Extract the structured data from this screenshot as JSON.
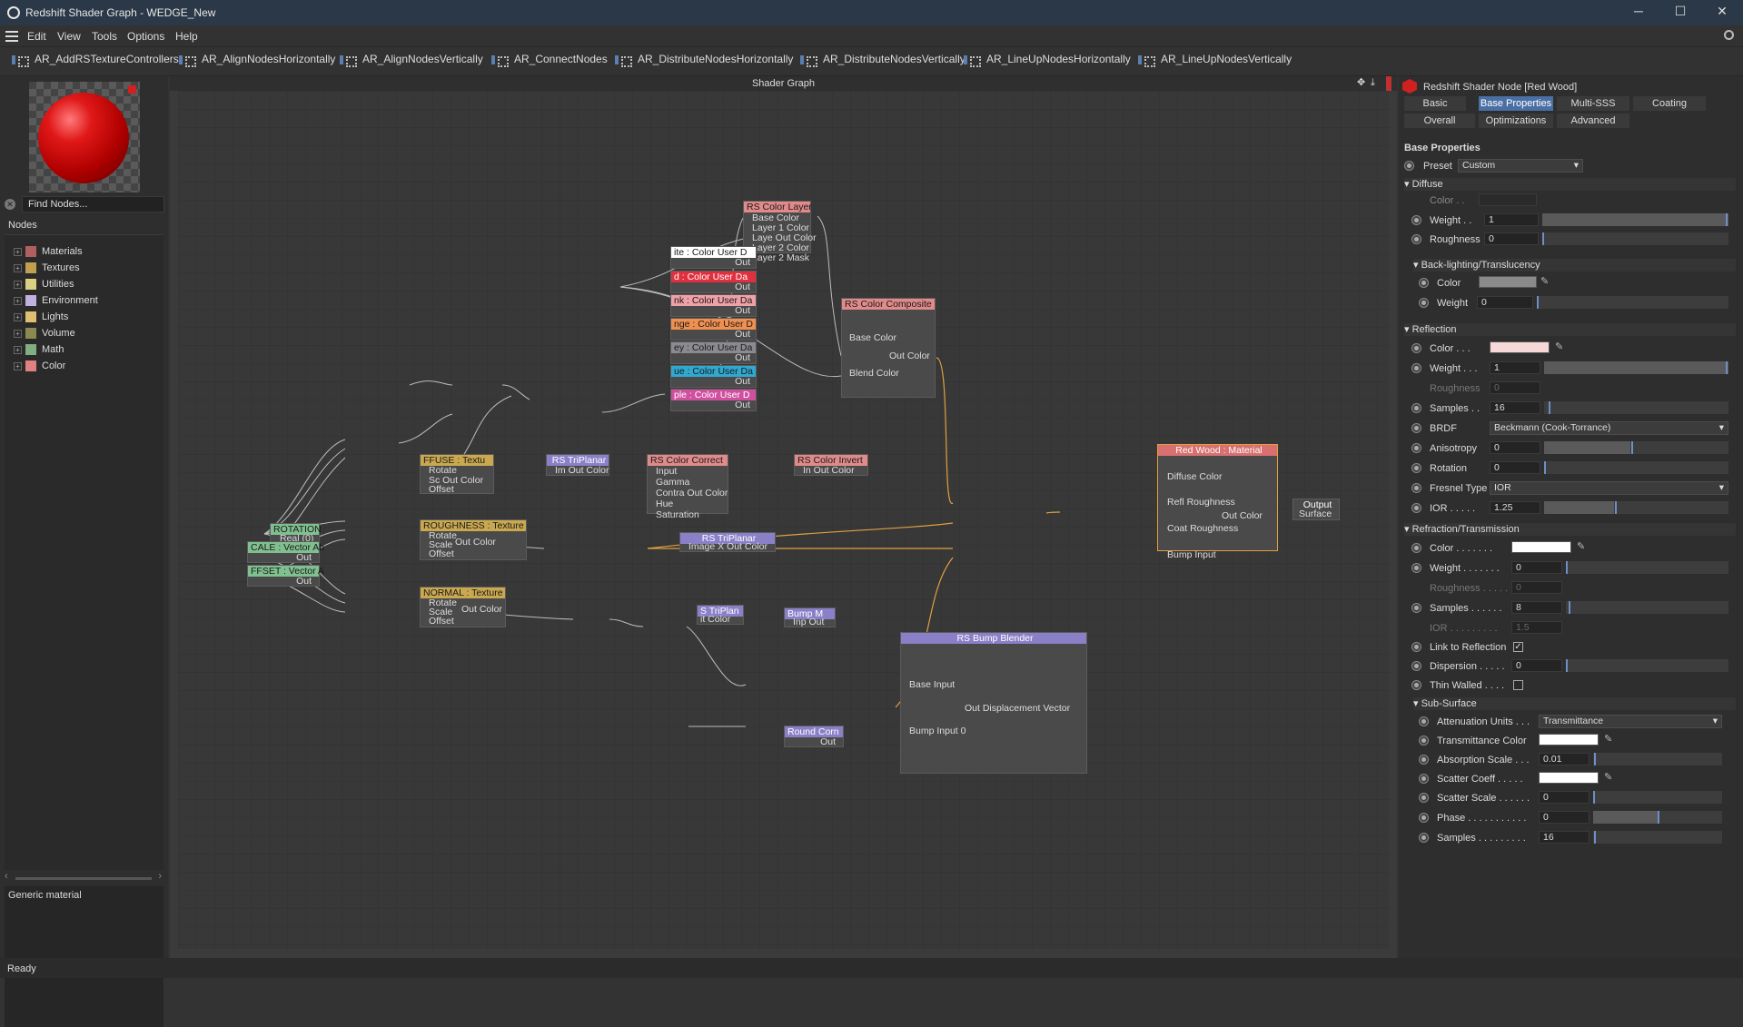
{
  "window": {
    "title": "Redshift Shader Graph - WEDGE_New",
    "minimize": "─",
    "maximize": "☐",
    "close": "✕"
  },
  "menu": [
    "Edit",
    "View",
    "Tools",
    "Options",
    "Help"
  ],
  "toolbar": [
    "AR_AddRSTextureControllers",
    "AR_AlignNodesHorizontally",
    "AR_AlignNodesVertically",
    "AR_ConnectNodes",
    "AR_DistributeNodesHorizontally",
    "AR_DistributeNodesVertically",
    "AR_LineUpNodesHorizontally",
    "AR_LineUpNodesVertically"
  ],
  "left": {
    "find_placeholder": "Find Nodes...",
    "nodes_label": "Nodes",
    "tree": [
      {
        "label": "Materials",
        "color": "#b06060"
      },
      {
        "label": "Textures",
        "color": "#c0a050"
      },
      {
        "label": "Utilities",
        "color": "#d8d080"
      },
      {
        "label": "Environment",
        "color": "#c0b0e0"
      },
      {
        "label": "Lights",
        "color": "#e0c070"
      },
      {
        "label": "Volume",
        "color": "#8a8a50"
      },
      {
        "label": "Math",
        "color": "#80b080"
      },
      {
        "label": "Color",
        "color": "#e08080"
      }
    ],
    "description": "Generic material"
  },
  "graph": {
    "title": "Shader Graph",
    "nodes": {
      "color_layer": {
        "title": "RS Color Layer",
        "ports": [
          "Base Color",
          "Layer 1 Color",
          "Laye Out Color",
          "Layer 2 Color",
          "Layer 2 Mask"
        ]
      },
      "color_composite": {
        "title": "RS Color Composite",
        "ports": [
          "Base Color",
          "Out Color",
          "Blend Color"
        ]
      },
      "ud1": {
        "title": "ite : Color User D",
        "out": "Out"
      },
      "ud2": {
        "title": "d : Color User Da",
        "out": "Out"
      },
      "ud3": {
        "title": "nk : Color User Da",
        "out": "Out"
      },
      "ud4": {
        "title": "nge : Color User D",
        "out": "Out"
      },
      "ud5": {
        "title": "ey : Color User Da",
        "out": "Out"
      },
      "ud6": {
        "title": "ue : Color User Da",
        "out": "Out"
      },
      "ud7": {
        "title": "ple : Color User D",
        "out": "Out"
      },
      "diffuse_tex": {
        "title": "FFUSE : Textu",
        "ports": [
          "Rotate",
          "Sc Out Color",
          "Offset"
        ]
      },
      "triplanar1": {
        "title": "RS TriPlanar",
        "ports": [
          "Im Out Color"
        ]
      },
      "color_correct": {
        "title": "RS Color Correct",
        "ports": [
          "Input",
          "Gamma",
          "Contra Out Color",
          "Hue",
          "Saturation"
        ]
      },
      "color_invert": {
        "title": "RS Color Invert",
        "ports": [
          "In Out Color"
        ]
      },
      "rotation": {
        "title": "ROTATION",
        "ports": [
          "Real (0)"
        ]
      },
      "scale": {
        "title": "CALE : Vector Ab",
        "ports": [
          "Out"
        ]
      },
      "offset": {
        "title": "FFSET : Vector A",
        "ports": [
          "Out"
        ]
      },
      "roughness_tex": {
        "title": "ROUGHNESS : Texture",
        "ports": [
          "Rotate",
          "Scale",
          "Out Color",
          "Offset"
        ]
      },
      "triplanar2": {
        "title": "RS TriPlanar",
        "ports": [
          "Image X Out Color"
        ]
      },
      "normal_tex": {
        "title": "NORMAL : Texture",
        "ports": [
          "Rotate",
          "Scale",
          "Out Color",
          "Offset"
        ]
      },
      "triplanar3": {
        "title": "S TriPlan",
        "ports": [
          "it Color"
        ]
      },
      "bump_map": {
        "title": "Bump M",
        "ports": [
          "Inp Out"
        ]
      },
      "bump_blender": {
        "title": "RS Bump Blender",
        "ports": [
          "Base Input",
          "Out Displacement Vector",
          "Bump Input 0"
        ]
      },
      "round_corners": {
        "title": "Round Corn",
        "ports": [
          "Out"
        ]
      },
      "material": {
        "title": "Red Wood : Material",
        "ports": [
          "Diffuse Color",
          "Refl Roughness",
          "Out Color",
          "Coat Roughness",
          "Bump Input"
        ]
      },
      "output": {
        "title": "Output",
        "ports": [
          "Surface"
        ]
      }
    }
  },
  "right": {
    "header": "Redshift Shader Node [Red Wood]",
    "tabs_row1": [
      "Basic",
      "Base Properties",
      "Multi-SSS",
      "Coating"
    ],
    "tabs_row2": [
      "Overall",
      "Optimizations",
      "Advanced"
    ],
    "selected_tab": "Base Properties",
    "section_title": "Base Properties",
    "preset_label": "Preset",
    "preset_value": "Custom",
    "diffuse": {
      "title": "Diffuse",
      "color_label": "Color . .",
      "weight_label": "Weight . .",
      "weight": "1",
      "roughness_label": "Roughness",
      "roughness": "0"
    },
    "backlight": {
      "title": "Back-lighting/Translucency",
      "color_label": "Color",
      "color": "#8a8a8a",
      "weight_label": "Weight",
      "weight": "0"
    },
    "reflection": {
      "title": "Reflection",
      "color_label": "Color . . .",
      "color": "#f7d8d8",
      "weight_label": "Weight . . .",
      "weight": "1",
      "roughness_label": "Roughness",
      "roughness": "0",
      "samples_label": "Samples . .",
      "samples": "16",
      "brdf_label": "BRDF",
      "brdf": "Beckmann (Cook-Torrance)",
      "aniso_label": "Anisotropy",
      "aniso": "0",
      "rotation_label": "Rotation",
      "rotation": "0",
      "fresnel_label": "Fresnel Type",
      "fresnel": "IOR",
      "ior_label": "IOR . . . . .",
      "ior": "1.25"
    },
    "refraction": {
      "title": "Refraction/Transmission",
      "color_label": "Color . . . . . . .",
      "color": "#ffffff",
      "weight_label": "Weight . . . . . . .",
      "weight": "0",
      "roughness_label": "Roughness . . . . .",
      "roughness": "0",
      "samples_label": "Samples . . . . . .",
      "samples": "8",
      "ior_label": "IOR . . . . . . . . .",
      "ior": "1.5",
      "link_label": "Link to Reflection",
      "link_checked": "✓",
      "dispersion_label": "Dispersion . . . . .",
      "dispersion": "0",
      "thin_label": "Thin Walled . . . ."
    },
    "subsurface": {
      "title": "Sub-Surface",
      "atten_label": "Attenuation Units . . .",
      "atten": "Transmittance",
      "trans_color_label": "Transmittance Color",
      "trans_color": "#ffffff",
      "absorb_label": "Absorption Scale . . .",
      "absorb": "0.01",
      "scatter_coeff_label": "Scatter Coeff . . . . .",
      "scatter_coeff": "#ffffff",
      "scatter_scale_label": "Scatter Scale . . . . . .",
      "scatter_scale": "0",
      "phase_label": "Phase . . . . . . . . . . .",
      "phase": "0",
      "samples_label": "Samples . . . . . . . . .",
      "samples": "16"
    }
  },
  "status": "Ready"
}
